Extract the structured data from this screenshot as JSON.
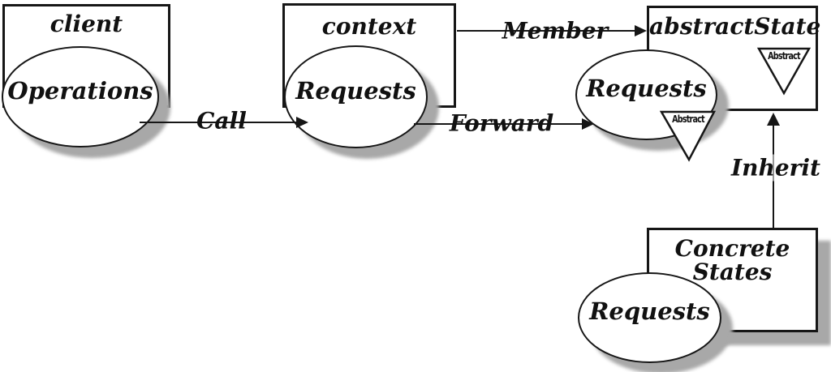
{
  "diagram": {
    "title": "State pattern collaboration diagram",
    "colors": {
      "background": "#ffffff",
      "stroke": "#161616",
      "shadow": "#a8a8a8",
      "fill": "#ffffff"
    },
    "nodes": {
      "client_box": {
        "label": "client"
      },
      "context_box": {
        "label": "context"
      },
      "abstract_state_box": {
        "label": "abstractState"
      },
      "concrete_states_box": {
        "label_line1": "Concrete",
        "label_line2": "States"
      },
      "client_operations_ellipse": {
        "label": "Operations"
      },
      "context_requests_ellipse": {
        "label": "Requests"
      },
      "abstract_requests_ellipse": {
        "label": "Requests"
      },
      "concrete_requests_ellipse": {
        "label": "Requests"
      },
      "abstract_marker_large": {
        "label": "Abstract"
      },
      "abstract_marker_small": {
        "label": "Abstract"
      }
    },
    "edges": {
      "call": {
        "label": "Call"
      },
      "member": {
        "label": "Member"
      },
      "forward": {
        "label": "Forward"
      },
      "inherit": {
        "label": "Inherit"
      }
    }
  }
}
